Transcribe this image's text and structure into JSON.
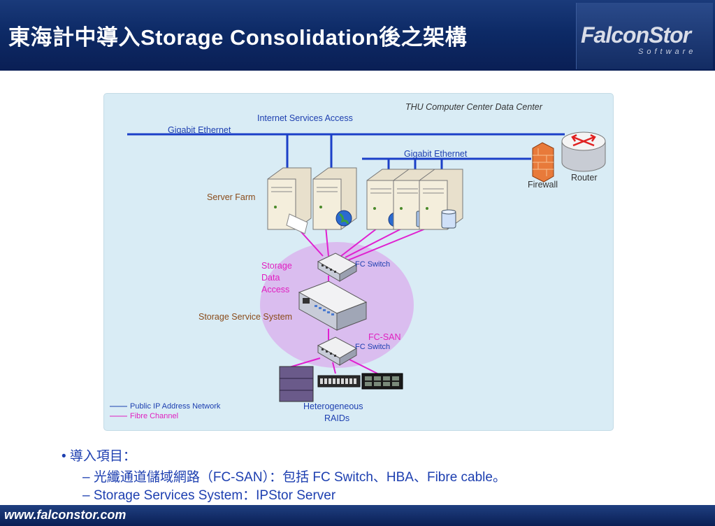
{
  "header": {
    "title": "東海計中導入Storage Consolidation後之架構",
    "logo_text": "FalconStor",
    "logo_sub": "Software"
  },
  "diagram": {
    "data_center_title": "THU Computer Center Data Center",
    "internet_services": "Internet Services Access",
    "gigabit_ethernet_left": "Gigabit Ethernet",
    "gigabit_ethernet_right": "Gigabit Ethernet",
    "server_farm": "Server Farm",
    "firewall": "Firewall",
    "router": "Router",
    "storage_data_access": [
      "Storage",
      "Data",
      "Access"
    ],
    "fc_switch_top": "FC Switch",
    "storage_service_system": "Storage Service System",
    "fc_san": "FC-SAN",
    "fc_switch_bottom": "FC Switch",
    "heterogeneous_raids": [
      "Heterogeneous",
      "RAIDs"
    ],
    "legend": [
      {
        "label": "Public IP Address Network",
        "color": "#1d3fb0"
      },
      {
        "label": "Fibre Channel",
        "color": "#e020c0"
      }
    ],
    "colors": {
      "ethernet": "#1b3fc8",
      "fibre": "#e020d0",
      "san_cloud": "#d9b8ee"
    }
  },
  "bullets": {
    "level1": "• 導入項目：",
    "level2": [
      "– 光纖通道儲域網路（FC-SAN）：包括 FC Switch、HBA、Fibre cable。",
      "– Storage Services System：IPStor Server"
    ]
  },
  "footer": {
    "url": "www.falconstor.com"
  }
}
